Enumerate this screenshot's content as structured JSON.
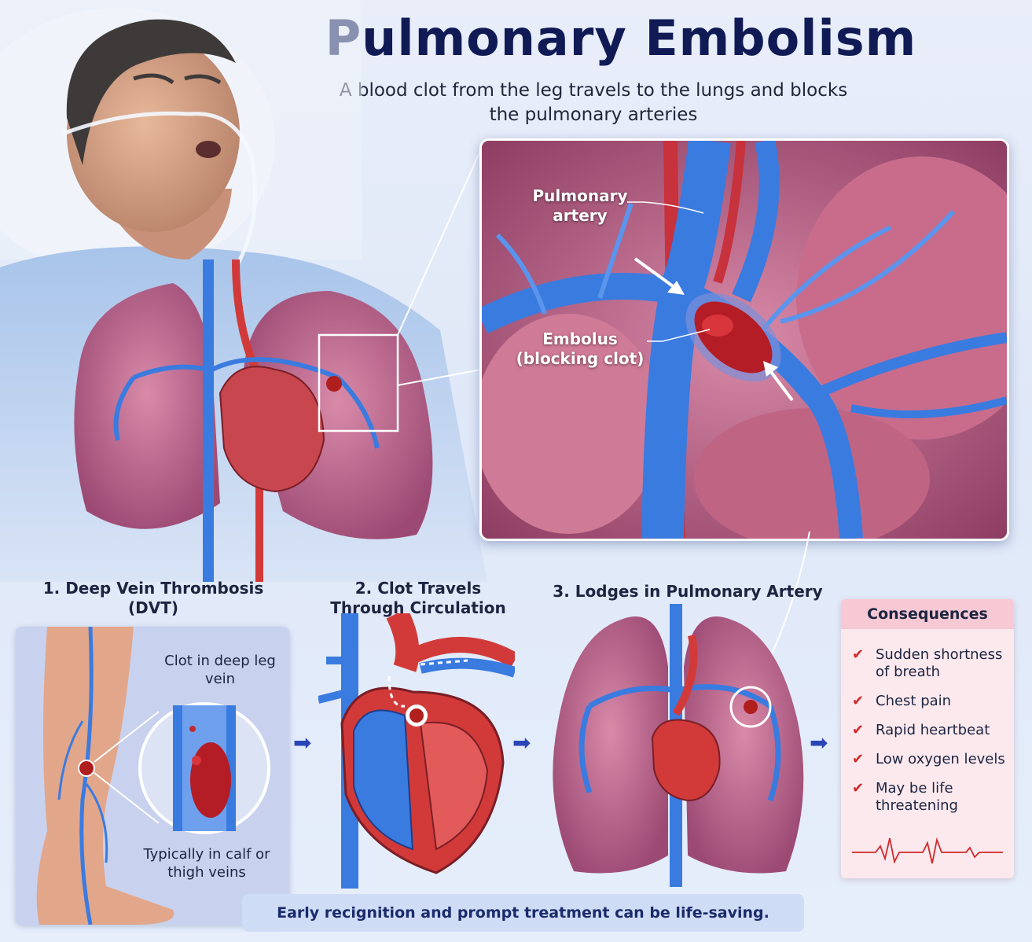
{
  "title": "Pulmonary Embolism",
  "subtitle": "A blood clot from the leg travels to the lungs and blocks the pulmonary arteries",
  "zoom": {
    "artery_label": "Pulmonary artery",
    "embolus_label": "Embolus",
    "embolus_sub": "(blocking clot)"
  },
  "steps": [
    {
      "title": "1. Deep Vein Thrombosis (DVT)"
    },
    {
      "title": "2. Clot Travels Through Circulation"
    },
    {
      "title": "3. Lodges in Pulmonary Artery"
    }
  ],
  "dvt": {
    "clot_label": "Clot in deep leg vein",
    "location_label": "Typically in calf or thigh veins"
  },
  "consequences": {
    "heading": "Consequences",
    "items": [
      "Sudden shortness of breath",
      "Chest pain",
      "Rapid heartbeat",
      "Low oxygen levels",
      "May be life threatening"
    ]
  },
  "footer": "Early recignition and prompt treatment can be life-saving.",
  "colors": {
    "vein_blue": "#3a7be0",
    "artery_red": "#d23a3a",
    "lung_pink": "#c96a8e",
    "title_navy": "#101a55",
    "check_red": "#d12a2a"
  }
}
